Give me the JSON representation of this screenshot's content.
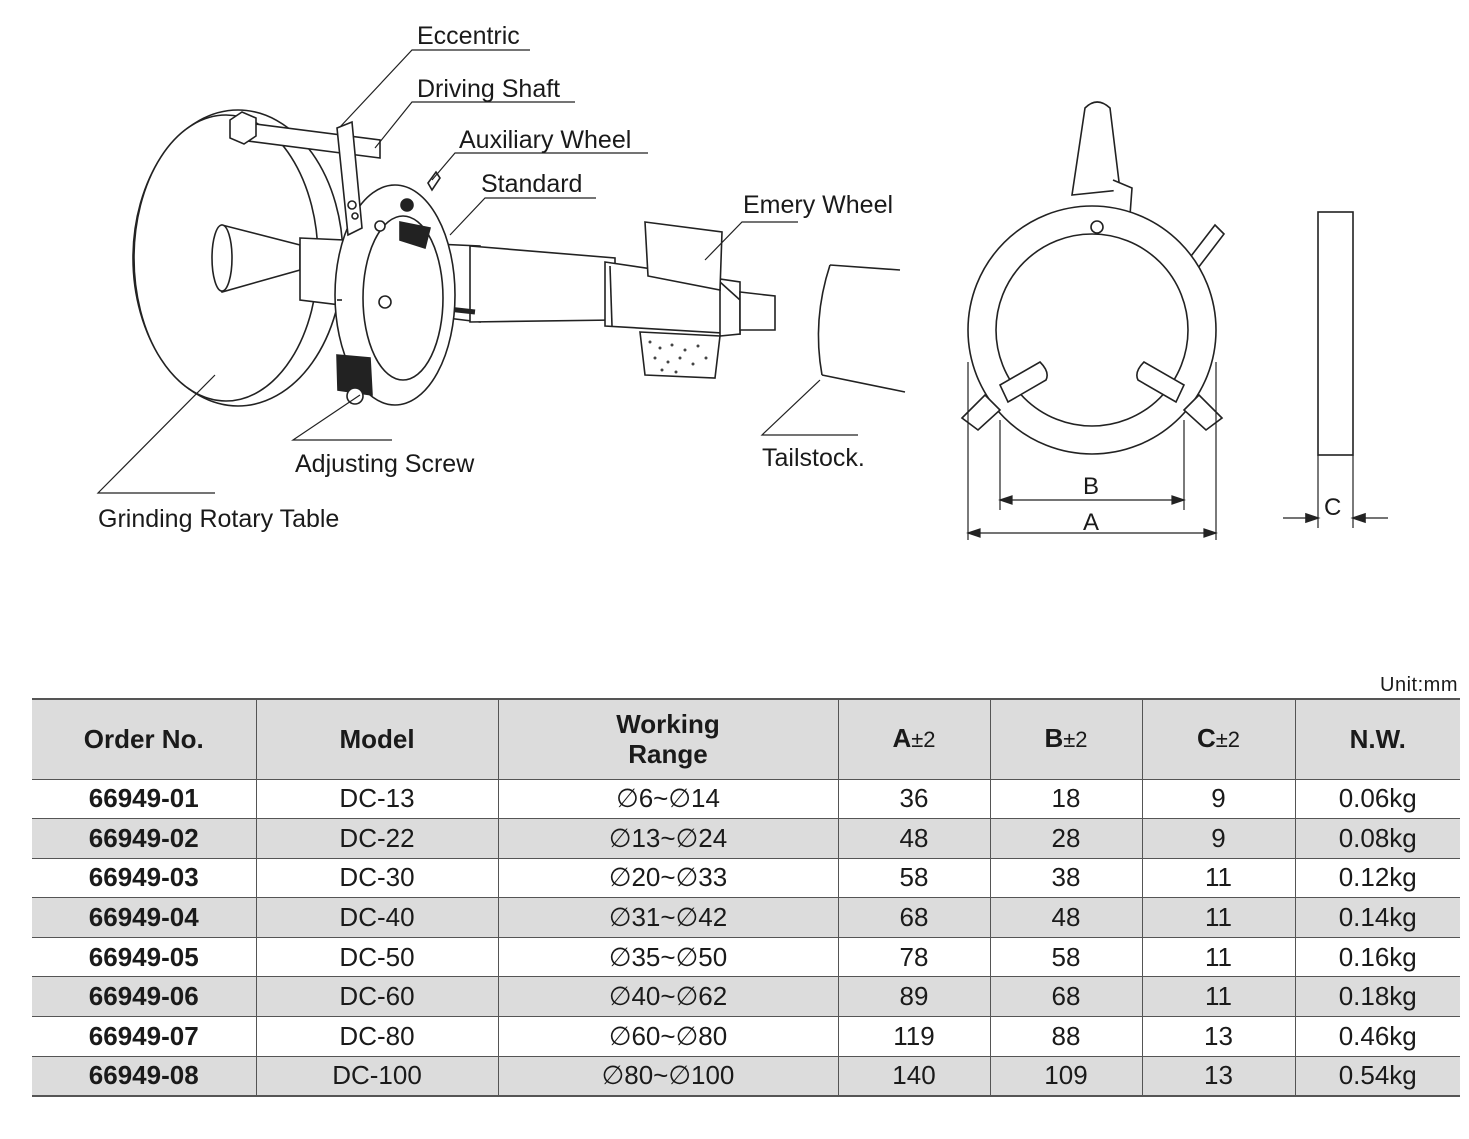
{
  "labels": {
    "eccentric": "Eccentric",
    "driving_shaft": "Driving Shaft",
    "auxiliary_wheel": "Auxiliary Wheel",
    "standard": "Standard",
    "emery_wheel": "Emery Wheel",
    "adjusting_screw": "Adjusting Screw",
    "tailstock": "Tailstock.",
    "grinding_rotary_table": "Grinding Rotary Table"
  },
  "dimensions": {
    "a": "A",
    "b": "B",
    "c": "C"
  },
  "unit": "Unit:mm",
  "table": {
    "headers": {
      "order_no": "Order No.",
      "model": "Model",
      "working_range_1": "Working",
      "working_range_2": "Range",
      "a": "A",
      "b": "B",
      "c": "C",
      "tol": "±2",
      "nw": "N.W."
    },
    "rows": [
      {
        "order": "66949-01",
        "model": "DC-13",
        "range": "∅6~∅14",
        "a": "36",
        "b": "18",
        "c": "9",
        "nw": "0.06kg"
      },
      {
        "order": "66949-02",
        "model": "DC-22",
        "range": "∅13~∅24",
        "a": "48",
        "b": "28",
        "c": "9",
        "nw": "0.08kg"
      },
      {
        "order": "66949-03",
        "model": "DC-30",
        "range": "∅20~∅33",
        "a": "58",
        "b": "38",
        "c": "11",
        "nw": "0.12kg"
      },
      {
        "order": "66949-04",
        "model": "DC-40",
        "range": "∅31~∅42",
        "a": "68",
        "b": "48",
        "c": "11",
        "nw": "0.14kg"
      },
      {
        "order": "66949-05",
        "model": "DC-50",
        "range": "∅35~∅50",
        "a": "78",
        "b": "58",
        "c": "11",
        "nw": "0.16kg"
      },
      {
        "order": "66949-06",
        "model": "DC-60",
        "range": "∅40~∅62",
        "a": "89",
        "b": "68",
        "c": "11",
        "nw": "0.18kg"
      },
      {
        "order": "66949-07",
        "model": "DC-80",
        "range": "∅60~∅80",
        "a": "119",
        "b": "88",
        "c": "13",
        "nw": "0.46kg"
      },
      {
        "order": "66949-08",
        "model": "DC-100",
        "range": "∅80~∅100",
        "a": "140",
        "b": "109",
        "c": "13",
        "nw": "0.54kg"
      }
    ]
  }
}
